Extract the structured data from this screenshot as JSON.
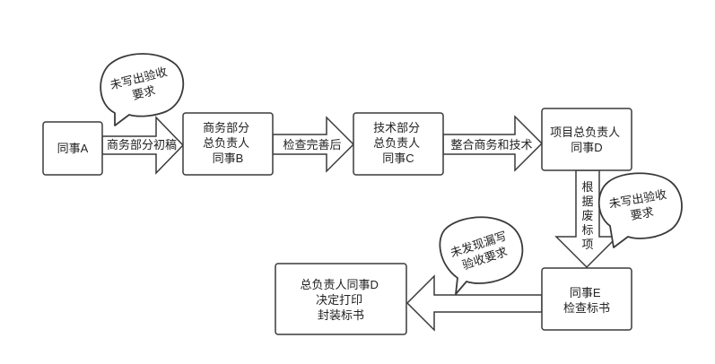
{
  "colors": {
    "stroke": "#3a3a3a",
    "fill": "#ffffff",
    "text": "#222222"
  },
  "nodes": {
    "a": {
      "lines": [
        "同事A"
      ]
    },
    "b": {
      "lines": [
        "商务部分",
        "总负责人",
        "同事B"
      ]
    },
    "c": {
      "lines": [
        "技术部分",
        "总负责人",
        "同事C"
      ]
    },
    "d": {
      "lines": [
        "项目总负责人",
        "同事D"
      ]
    },
    "e": {
      "lines": [
        "同事E",
        "检查标书"
      ]
    },
    "f": {
      "lines": [
        "总负责人同事D",
        "决定打印",
        "封装标书"
      ]
    }
  },
  "edges": {
    "a_b": "商务部分初稿",
    "b_c": "检查完善后",
    "c_d": "整合商务和技术",
    "d_e": "根据废标项",
    "e_f": ""
  },
  "callouts": {
    "c1": {
      "lines": [
        "未写出验收",
        "要求"
      ]
    },
    "c2": {
      "lines": [
        "未写出验收",
        "要求"
      ]
    },
    "c3": {
      "lines": [
        "未发现漏写",
        "验收要求"
      ]
    }
  }
}
